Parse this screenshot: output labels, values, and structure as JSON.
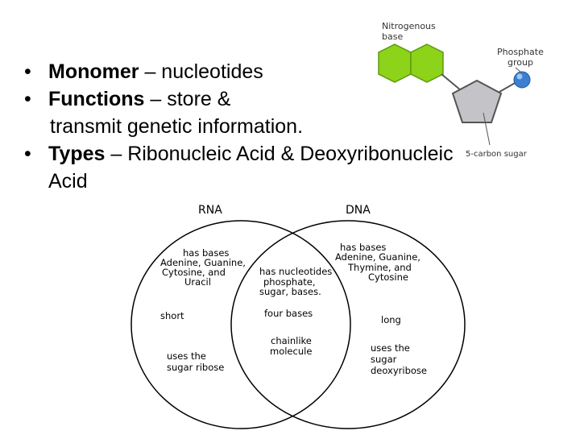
{
  "bullets": [
    {
      "term": "Monomer",
      "rest": " – nucleotides",
      "cont": ""
    },
    {
      "term": "Functions",
      "rest": " – store &",
      "cont": "transmit genetic information."
    },
    {
      "term": "Types",
      "rest": " – Ribonucleic Acid & Deoxyribonucleic",
      "cont": "Acid"
    }
  ],
  "bullet_char": "•",
  "nucleotide": {
    "base_label": [
      "Nitrogenous",
      "base"
    ],
    "phosphate_label": [
      "Phosphate",
      "group"
    ],
    "sugar_label": "5-carbon sugar",
    "colors": {
      "base": "#8cd31a",
      "base_dark": "#5f9a10",
      "sugar": "#c4c4c8",
      "phosphate": "#3a7fd0"
    }
  },
  "venn": {
    "left_title": "RNA",
    "right_title": "DNA",
    "left": {
      "bases": [
        "has bases",
        "Adenine, Guanine,",
        "Cytosine, and",
        "Uracil"
      ],
      "length": "short",
      "sugar": [
        "uses the",
        "sugar ribose"
      ]
    },
    "center": {
      "nucleotides": [
        "has nucleotides",
        "phosphate,",
        "sugar, bases."
      ],
      "bases": "four bases",
      "shape": [
        "chainlike",
        "molecule"
      ]
    },
    "right": {
      "bases": [
        "has bases",
        "Adenine, Guanine,",
        "Thymine, and",
        "Cytosine"
      ],
      "length": "long",
      "sugar": [
        "uses the",
        "sugar",
        "deoxyribose"
      ]
    }
  }
}
